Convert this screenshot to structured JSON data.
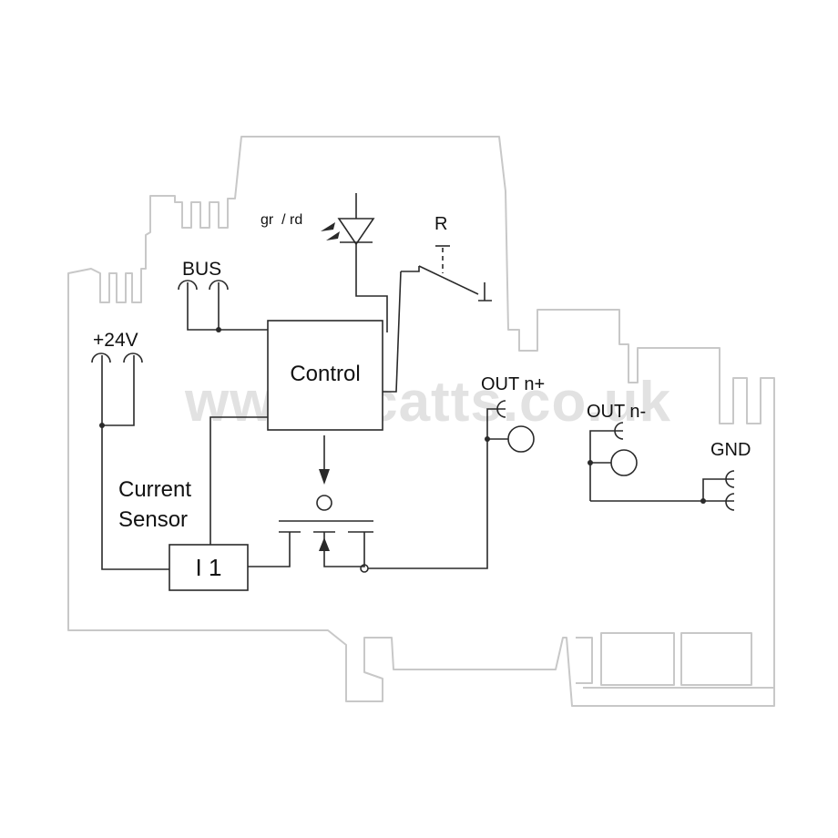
{
  "labels": {
    "bus": "BUS",
    "plus24v": "+24V",
    "led": "gr  / rd",
    "relay": "R",
    "control": "Control",
    "out_pos": "OUT n+",
    "out_neg": "OUT n-",
    "gnd": "GND",
    "current_sensor_line1": "Current",
    "current_sensor_line2": "Sensor",
    "sensor": "I 1"
  },
  "watermark": "www.scatts.co.uk",
  "colors": {
    "housing": "#c8c8c8",
    "wire": "#2a2a2a",
    "watermark": "#e2e2e2"
  }
}
